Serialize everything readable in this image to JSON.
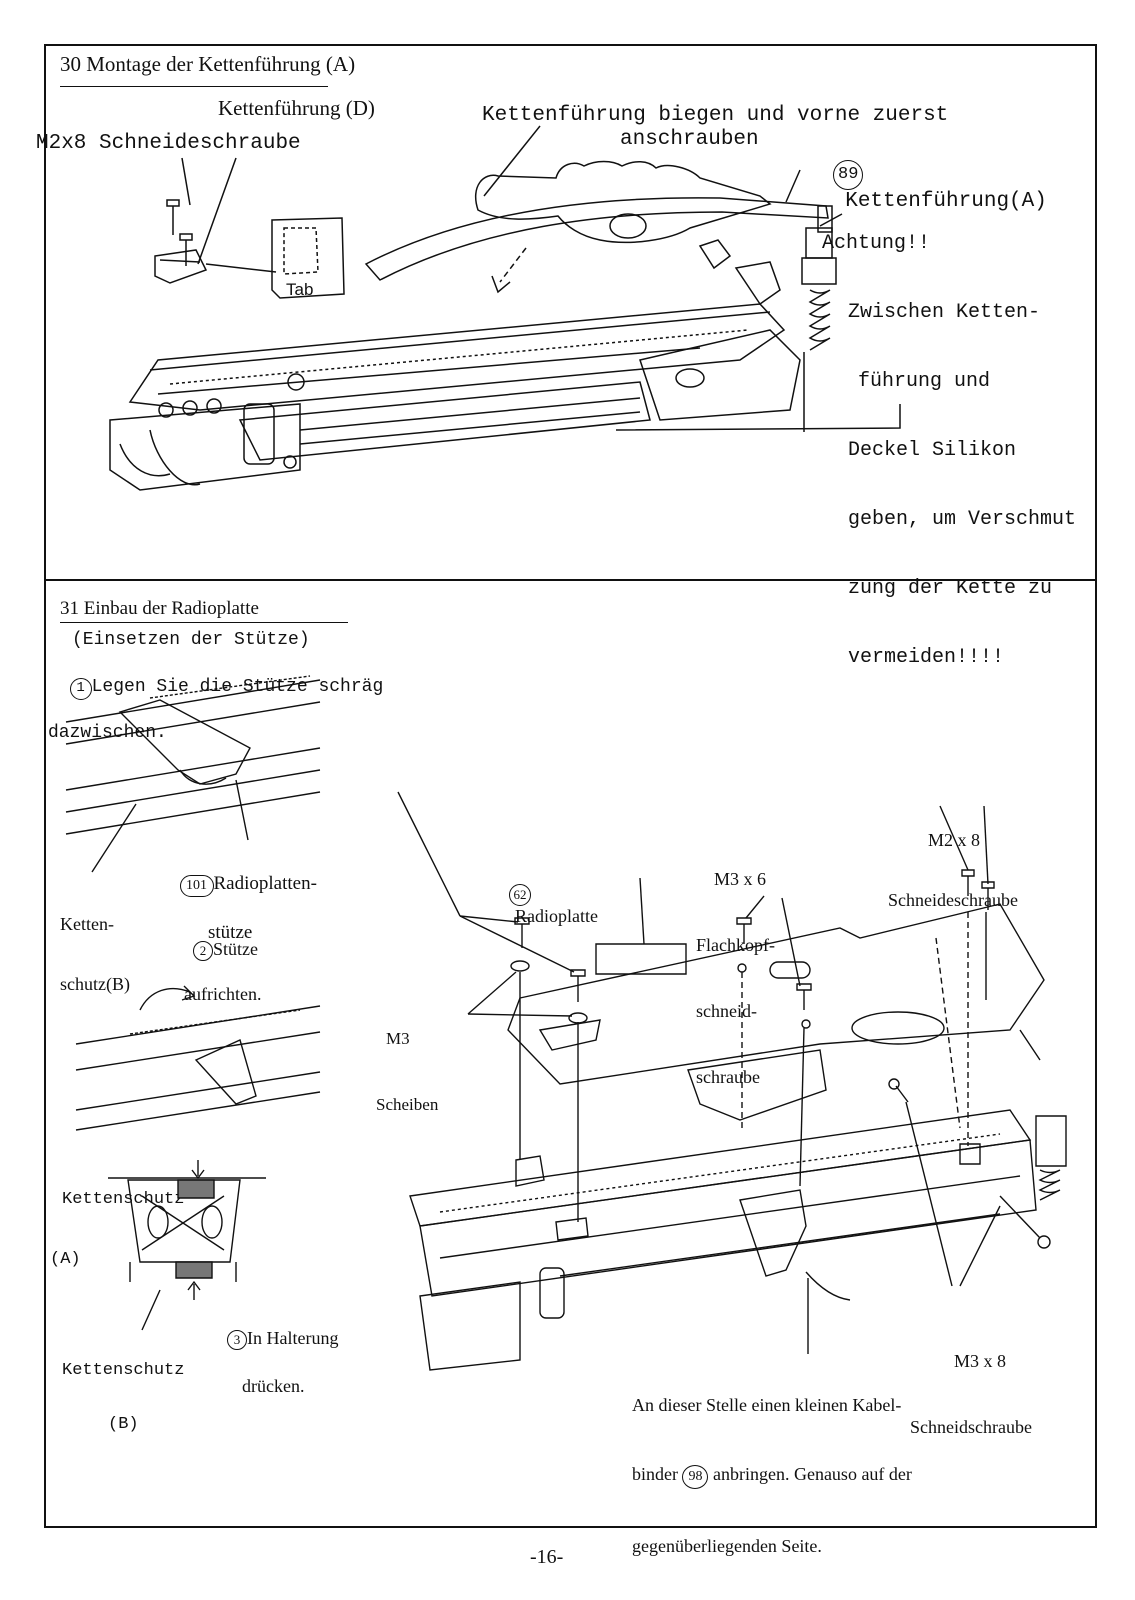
{
  "section30": {
    "title": "30 Montage der Kettenführung (A)",
    "labels": {
      "kettenfuehrung_d": "Kettenführung (D)",
      "schraube": "M2x8 Schneideschraube",
      "biegen_line1": "Kettenführung biegen und vorne zuerst",
      "biegen_line2": "anschrauben",
      "part_number": "89",
      "kettenfuehrung_a": "Kettenführung(A)",
      "tab": "Tab"
    },
    "warning": [
      "Achtung!!",
      "Zwischen Ketten-",
      "führung und",
      "Deckel Silikon",
      "geben, um Verschmut",
      "zung der Kette zu",
      "vermeiden!!!!"
    ]
  },
  "section31": {
    "title": "31 Einbau der Radioplatte",
    "subtitle": "(Einsetzen der Stütze)",
    "step1_num": "1",
    "step1_line1": "Legen Sie die Stütze schräg",
    "step1_line2": "dazwischen.",
    "kettenschutz_b_1": "Ketten-",
    "kettenschutz_b_2": "schutz(B)",
    "part101_num": "101",
    "part101_line1": "Radioplatten-",
    "part101_line2": "stütze",
    "step2_num": "2",
    "step2_line1": "Stütze",
    "step2_line2": "aufrichten.",
    "kettenschutz_a_1": "Kettenschutz",
    "kettenschutz_a_2": "(A)",
    "kettenschutz_b2_1": "Kettenschutz",
    "kettenschutz_b2_2": "(B)",
    "step3_num": "3",
    "step3_line1": "In Halterung",
    "step3_line2": "drücken.",
    "part62_num": "62",
    "radioplatte": "Radioplatte",
    "m3_scheiben_1": "M3",
    "m3_scheiben_2": "Scheiben",
    "m3x6": "M3 x 6",
    "flachkopf_1": "Flachkopf-",
    "flachkopf_2": "schneid-",
    "flachkopf_3": "schraube",
    "m2x8": "M2 x 8",
    "schneideschraube": "Schneideschraube",
    "m3x8": "M3 x 8",
    "schneidschraube": "Schneidschraube",
    "note_line1": "An dieser Stelle einen kleinen Kabel-",
    "note_line2a": "binder",
    "note_num": "98",
    "note_line2b": "anbringen. Genauso auf der",
    "note_line3": "gegenüberliegenden Seite."
  },
  "page_number": "-16-"
}
